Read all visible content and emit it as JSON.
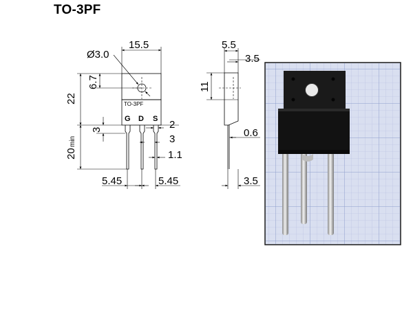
{
  "title": "TO-3PF",
  "front_view": {
    "diameter_label": "Ø3.0",
    "width_label": "15.5",
    "hole_offset_label": "6.7",
    "body_height_label": "22",
    "marking": "TO-3PF",
    "pins": [
      "G",
      "D",
      "S"
    ],
    "shoulder_label": "3",
    "lead_length_label": "20",
    "lead_length_suffix": "min",
    "pitch_left_label": "5.45",
    "pitch_right_label": "5.45",
    "lead_width_label": "2",
    "lead_thick_label": "3",
    "lead_narrow_label": "1.1"
  },
  "side_view": {
    "thickness_label": "5.5",
    "tab_label": "3.5",
    "tab_height_label": "11",
    "lead_thickness_label": "0.6",
    "lead_offset_label": "3.5"
  },
  "photo": {
    "background_color": "#d9dff0",
    "grid_color": "#9aa8cf",
    "body_color": "#121212"
  }
}
